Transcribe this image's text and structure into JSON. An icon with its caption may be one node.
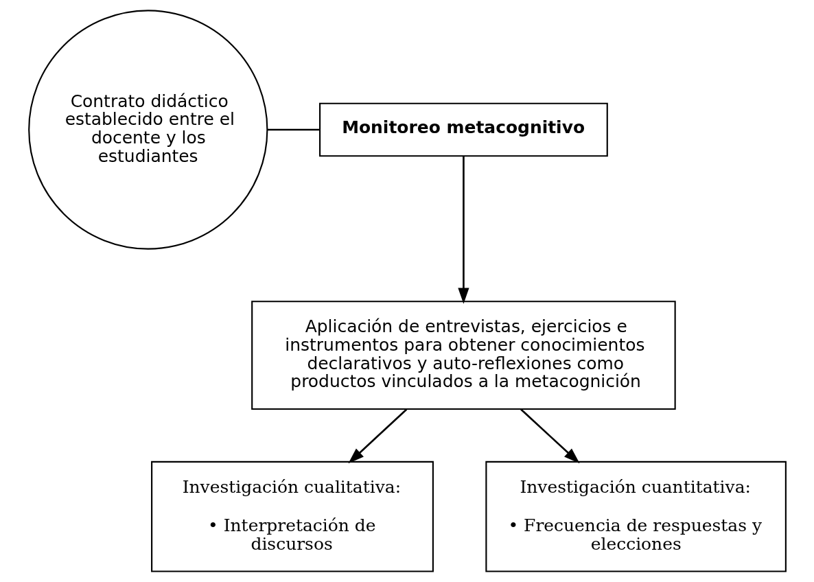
{
  "diagram": {
    "nodes": [
      {
        "text": [
          "Contrato didáctico establecido entre el docente y los estudiantes"
        ]
      },
      {
        "text": [
          "Monitoreo metacognitivo"
        ]
      },
      {
        "text": [
          "Aplicación de entrevistas, ejercicios e instrumentos para obtener conocimientos declarativos y auto-reflexiones como productos vinculados a la metacognición"
        ]
      },
      {
        "text": [
          "Investigación cualitativa:",
          "• Interpretación de discursos"
        ]
      },
      {
        "text": [
          "Investigación cuantitativa:",
          "• Frecuencia de respuestas y elecciones"
        ]
      }
    ],
    "edges": [
      {
        "from": 0,
        "to": 1,
        "arrow": "none"
      },
      {
        "from": 1,
        "to": 2,
        "arrow": "to"
      },
      {
        "from": 2,
        "to": 3,
        "arrow": "to"
      },
      {
        "from": 2,
        "to": 4,
        "arrow": "to"
      }
    ]
  }
}
